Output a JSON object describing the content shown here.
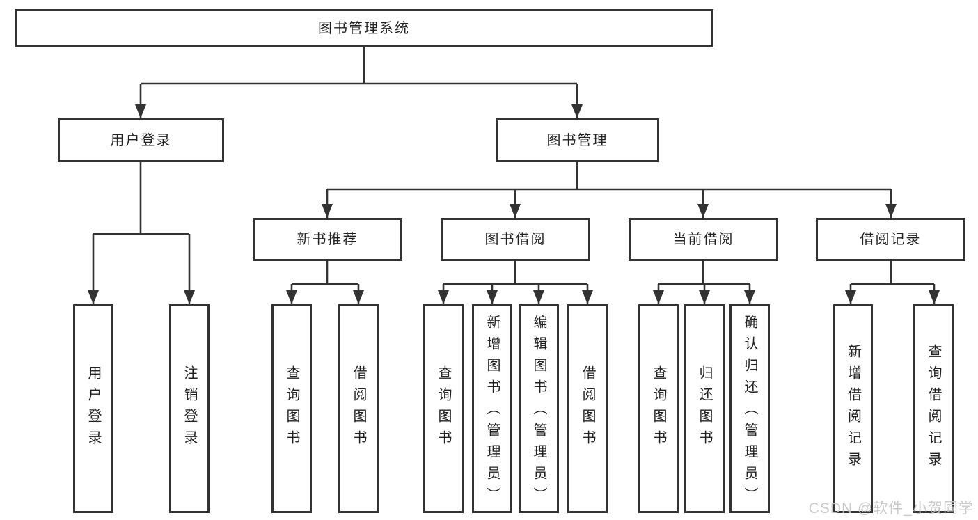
{
  "diagram": {
    "title": "图书管理系统",
    "watermark": "CSDN @软件_小贺同学",
    "colors": {
      "line": "#333333",
      "box_border": "#333333",
      "text": "#222222",
      "background": "#ffffff",
      "watermark": "#c5c5c5"
    },
    "nodes": {
      "root": "图书管理系统",
      "user_login_group": "用户登录",
      "book_mgmt": "图书管理",
      "new_book_rec": "新书推荐",
      "book_borrow": "图书借阅",
      "current_borrow": "当前借阅",
      "borrow_record": "借阅记录",
      "leaf_user_login": "用户登录",
      "leaf_logout": "注销登录",
      "leaf_query_book_1": "查询图书",
      "leaf_borrow_book_1": "借阅图书",
      "leaf_query_book_2": "查询图书",
      "leaf_add_book": "新增图书（管理员）",
      "leaf_edit_book": "编辑图书（管理员）",
      "leaf_borrow_book_2": "借阅图书",
      "leaf_query_book_3": "查询图书",
      "leaf_return_book": "归还图书",
      "leaf_confirm_return": "确认归还（管理员）",
      "leaf_add_record": "新增借阅记录",
      "leaf_query_record": "查询借阅记录"
    }
  }
}
